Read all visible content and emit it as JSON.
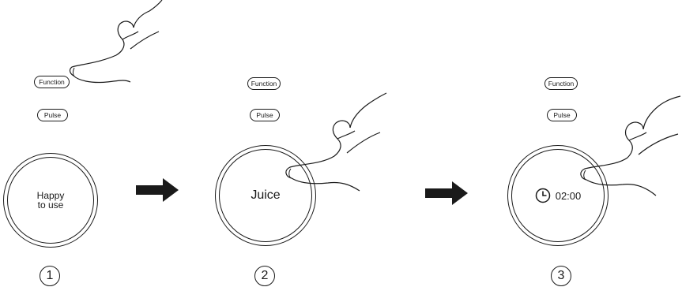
{
  "steps": [
    {
      "number": "1",
      "buttons": {
        "function": "Function",
        "pulse": "Pulse"
      },
      "display": {
        "line1": "Happy",
        "line2": "to use"
      }
    },
    {
      "number": "2",
      "buttons": {
        "function": "Function",
        "pulse": "Pulse"
      },
      "display": {
        "text": "Juice"
      }
    },
    {
      "number": "3",
      "buttons": {
        "function": "Function",
        "pulse": "Pulse"
      },
      "display": {
        "timer": "02:00",
        "icon": "clock-icon"
      }
    }
  ],
  "colors": {
    "line": "#1a1a1a",
    "background": "#ffffff"
  }
}
